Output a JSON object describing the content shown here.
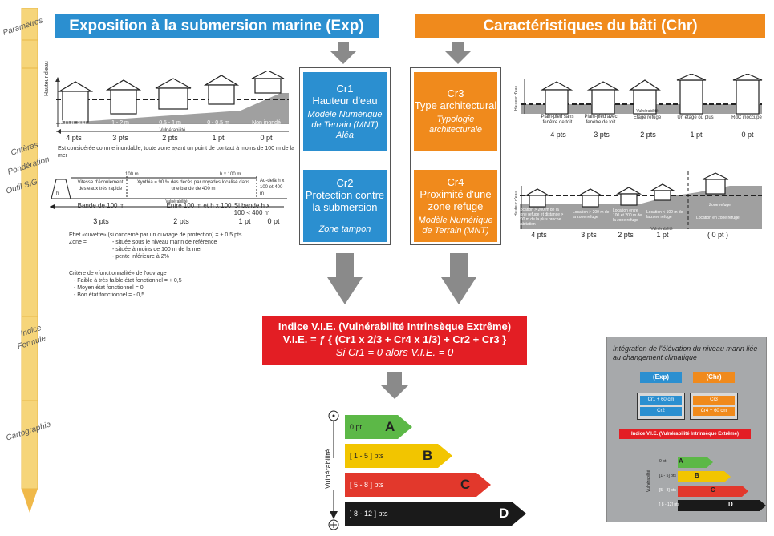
{
  "steps": [
    "Paramètres",
    "Critères",
    "Pondération",
    "Outil SIG",
    "Indice",
    "Formule",
    "Cartographie"
  ],
  "headers": {
    "exp": "Exposition à la submersion marine (Exp)",
    "chr": "Caractéristiques du bâti (Chr)"
  },
  "cr1": {
    "code": "Cr1",
    "title": "Hauteur d'eau",
    "tool1": "Modèle Numérique de Terrain (MNT)",
    "tool2": "Aléa"
  },
  "cr2": {
    "code": "Cr2",
    "title": "Protection contre la submersion",
    "tool": "Zone tampon"
  },
  "cr3": {
    "code": "Cr3",
    "title": "Type architectural",
    "tool": "Typologie architecturale"
  },
  "cr4": {
    "code": "Cr4",
    "title": "Proximité d'une zone refuge",
    "tool": "Modèle Numérique de Terrain (MNT)"
  },
  "water_heights": {
    "axis": "Hauteur d'eau",
    "cats": [
      "2 m et plus",
      "1 - 2 m",
      "0,5 - 1 m",
      "0 - 0,5 m",
      "Non inondé"
    ],
    "pts": [
      "4 pts",
      "3 pts",
      "2 pts",
      "1 pt",
      "0 pt"
    ],
    "vuln": "Vulnérabilité",
    "note": "Est considérée comme inondable, toute zone ayant un point de contact à moins de 100 m de la mer"
  },
  "protection": {
    "labels": [
      "Vitesse d'écoulement des eaux très rapide",
      "Xynthia = 90 % des décès par noyades localisé dans une bande de 400 m",
      "Au-delà h x 100 et 400 m"
    ],
    "marks": [
      "100 m",
      "h x 100 m"
    ],
    "h": "h",
    "bands": [
      "Bande de 100 m",
      "Entre 100 m et h x 100",
      "Si bande h x 100 < 400 m"
    ],
    "pts": [
      "3 pts",
      "2 pts",
      "1 pt",
      "0 pt"
    ],
    "vuln": "Vulnérabilité",
    "cuvette": "Effet «cuvette» (si concerné par un ouvrage de protection) = + 0,5 pts",
    "zone_label": "Zone =",
    "zone_items": [
      "- située sous le niveau marin de référence",
      "- située à moins de 100 m de la mer",
      "- pente inférieure à 2%"
    ],
    "crit_title": "Critère de «fonctionnalité» de l'ouvrage",
    "crit_items": [
      "- Faible à très faible état fonctionnel = + 0,5",
      "- Moyen état fonctionnel = 0",
      "- Bon état fonctionnel = - 0,5"
    ]
  },
  "arch": {
    "axis": "Hauteur d'eau",
    "cats": [
      "Plain-pied sans fenêtre de toit",
      "Plain-pied avec fenêtre de toit",
      "Etage refuge",
      "Un étage ou plus",
      "RdC inoccupé"
    ],
    "pts": [
      "4 pts",
      "3 pts",
      "2 pts",
      "1 pt",
      "0 pt"
    ],
    "vuln": "Vulnérabilité"
  },
  "refuge": {
    "axis": "Hauteur d'eau",
    "cats": [
      "Location > 200 m de la zone refuge et distance > 200 m de la plus proche habitation",
      "Location > 200 m de la zone refuge",
      "Location entre 100 et 200 m de la zone refuge",
      "Location < 100 m de la zone refuge",
      "Location en zone refuge"
    ],
    "zone": "Zone refuge",
    "pts": [
      "4 pts",
      "3 pts",
      "2 pts",
      "1 pt",
      "( 0 pt )"
    ],
    "vuln": "Vulnérabilité"
  },
  "vie": {
    "title": "Indice V.I.E. (Vulnérabilité Intrinsèque Extrême)",
    "formula": "V.I.E. = ƒ { (Cr1 x 2/3 + Cr4 x 1/3) + Cr2 + Cr3 }",
    "cond": "Si Cr1 = 0 alors V.I.E. = 0"
  },
  "classes": [
    {
      "range": "0 pt",
      "letter": "A",
      "color": "#5cb847"
    },
    {
      "range": "[ 1 - 5 ] pts",
      "letter": "B",
      "color": "#f2c500"
    },
    {
      "range": "[ 5 - 8 ] pts",
      "letter": "C",
      "color": "#e2382c"
    },
    {
      "range": "] 8 - 12 ] pts",
      "letter": "D",
      "color": "#1a1a1a"
    }
  ],
  "vuln_axis": "Vulnérabilité",
  "inset": {
    "title": "Intégration de l'élévation du niveau marin liée au changement climatique",
    "exp": "(Exp)",
    "chr": "(Chr)",
    "exp_items": [
      "Cr1 + 60 cm",
      "Cr2"
    ],
    "chr_items": [
      "Cr3",
      "Cr4 + 60 cm"
    ],
    "vie": "Indice V.I.E. (Vulnérabilité Intrinsèque Extrême)",
    "classes": [
      "0 pt",
      "[1 - 5] pts",
      "[5 - 8] pts",
      "] 8 - 12] pts"
    ],
    "letters": [
      "A",
      "B",
      "C",
      "D"
    ],
    "axis": "Vulnérabilité"
  }
}
